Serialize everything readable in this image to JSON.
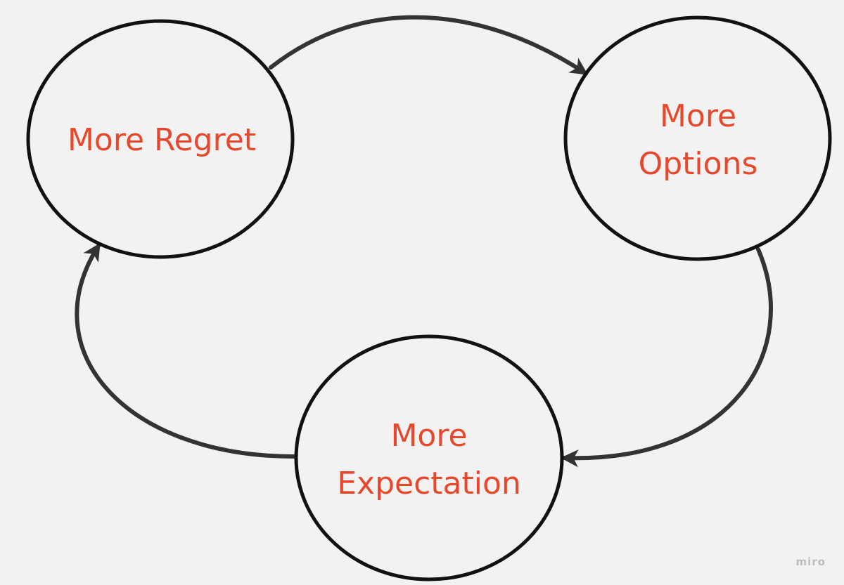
{
  "diagram": {
    "nodes": [
      {
        "id": "regret",
        "label": "More Regret"
      },
      {
        "id": "options",
        "label": "More\nOptions"
      },
      {
        "id": "expectation",
        "label": "More\nExpectation"
      }
    ],
    "edges": [
      {
        "from": "regret",
        "to": "options"
      },
      {
        "from": "options",
        "to": "expectation"
      },
      {
        "from": "expectation",
        "to": "regret"
      }
    ]
  },
  "colors": {
    "background": "#f2f2f2",
    "stroke": "#111111",
    "arrow": "#333333",
    "label": "#e8472b",
    "watermark": "#bdbdbd"
  },
  "watermark": "miro"
}
